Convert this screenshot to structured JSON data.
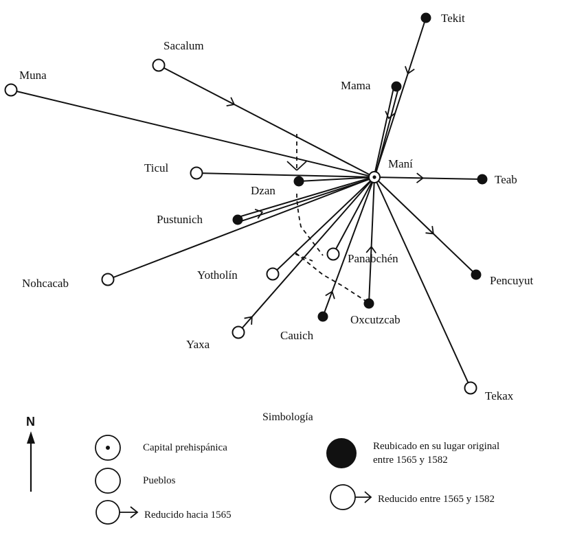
{
  "capital": {
    "label": "Maní"
  },
  "towns": [
    {
      "id": "tekit",
      "label": "Tekit",
      "marker": "filled"
    },
    {
      "id": "mama",
      "label": "Mama",
      "marker": "filled"
    },
    {
      "id": "sacalum",
      "label": "Sacalum",
      "marker": "open"
    },
    {
      "id": "muna",
      "label": "Muna",
      "marker": "open"
    },
    {
      "id": "ticul",
      "label": "Ticul",
      "marker": "open"
    },
    {
      "id": "dzan",
      "label": "Dzan",
      "marker": "filled"
    },
    {
      "id": "teab",
      "label": "Teab",
      "marker": "filled"
    },
    {
      "id": "pustunich",
      "label": "Pustunich",
      "marker": "filled"
    },
    {
      "id": "nohcacab",
      "label": "Nohcacab",
      "marker": "open"
    },
    {
      "id": "panabchen",
      "label": "Panabchén",
      "marker": "open"
    },
    {
      "id": "yotholin",
      "label": "Yotholín",
      "marker": "open"
    },
    {
      "id": "pencuyut",
      "label": "Pencuyut",
      "marker": "filled"
    },
    {
      "id": "oxcutzcab",
      "label": "Oxcutzcab",
      "marker": "filled"
    },
    {
      "id": "cauich",
      "label": "Cauich",
      "marker": "filled"
    },
    {
      "id": "yaxa",
      "label": "Yaxa",
      "marker": "open"
    },
    {
      "id": "tekax",
      "label": "Tekax",
      "marker": "open"
    }
  ],
  "legend": {
    "title": "Simbología",
    "north": "N",
    "items": [
      {
        "symbol": "capital",
        "label": "Capital prehispánica"
      },
      {
        "symbol": "pueblo",
        "label": "Pueblos"
      },
      {
        "symbol": "reducido-1565",
        "label": "Reducido hacia 1565"
      },
      {
        "symbol": "reubicado",
        "label": "Reubicado en su lugar original"
      },
      {
        "symbol": "reubicado-2",
        "label": "entre 1565 y 1582"
      },
      {
        "symbol": "reducido-1565-1582",
        "label": "Reducido entre 1565 y 1582"
      }
    ]
  },
  "colors": {
    "ink": "#111111",
    "paper": "#ffffff"
  }
}
